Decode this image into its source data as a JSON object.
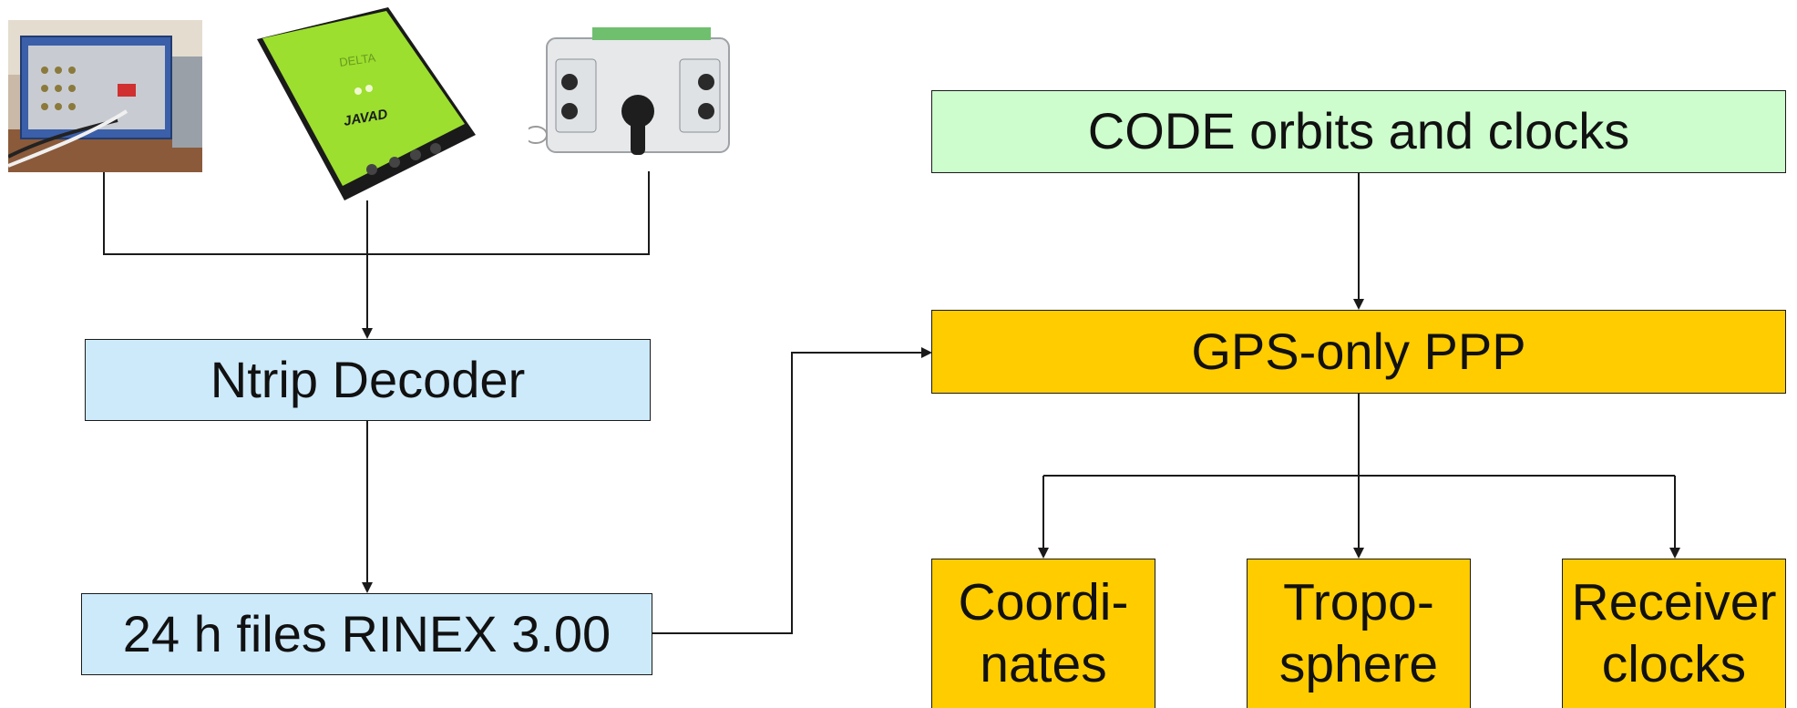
{
  "sources": {
    "devices": [
      {
        "icon": "receiver-rack-photo"
      },
      {
        "icon": "javad-receiver-photo"
      },
      {
        "icon": "leica-receiver-photo"
      }
    ],
    "device_labels": {
      "delta_text": "DELTA",
      "javad_logo": "JAVAD"
    }
  },
  "nodes": {
    "ntrip_decoder": "Ntrip Decoder",
    "rinex_files": "24 h files RINEX 3.00",
    "code_orbits": "CODE orbits and clocks",
    "ppp": "GPS-only PPP",
    "coordinates": "Coordi-\nnates",
    "troposphere": "Tropo-\nsphere",
    "receiver_clocks": "Receiver\nclocks"
  },
  "colors": {
    "decoder_fill": "#cdeafb",
    "orbits_fill": "#cdfccd",
    "ppp_fill": "#ffcc00",
    "line": "#1a1a1a"
  }
}
